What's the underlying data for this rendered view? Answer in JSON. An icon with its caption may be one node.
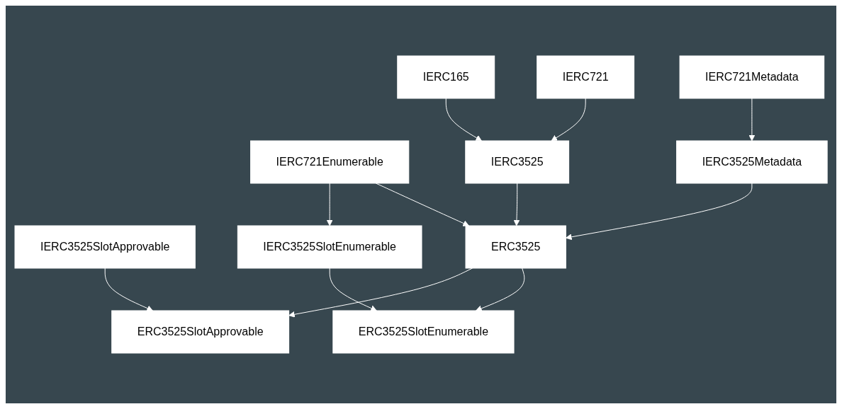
{
  "diagram": {
    "nodes": [
      {
        "text": [
          "IERC165"
        ]
      },
      {
        "text": [
          "IERC721"
        ]
      },
      {
        "text": [
          "IERC721Metadata"
        ]
      },
      {
        "text": [
          "IERC721Enumerable"
        ]
      },
      {
        "text": [
          "IERC3525SlotApprovable"
        ]
      },
      {
        "text": [
          "IERC3525"
        ]
      },
      {
        "text": [
          "IERC3525Metadata"
        ]
      },
      {
        "text": [
          "IERC3525SlotEnumerable"
        ]
      },
      {
        "text": [
          "ERC3525"
        ]
      },
      {
        "text": [
          "ERC3525SlotApprovable"
        ]
      },
      {
        "text": [
          "ERC3525SlotEnumerable"
        ]
      }
    ],
    "edges": [
      {
        "from": 0,
        "to": 5,
        "arrow": "to"
      },
      {
        "from": 1,
        "to": 5,
        "arrow": "to"
      },
      {
        "from": 2,
        "to": 6,
        "arrow": "to"
      },
      {
        "from": 3,
        "to": 7,
        "arrow": "to"
      },
      {
        "from": 5,
        "to": 8,
        "arrow": "to"
      },
      {
        "from": 6,
        "to": 8,
        "arrow": "to"
      },
      {
        "from": 3,
        "to": 8,
        "arrow": "to"
      },
      {
        "from": 4,
        "to": 9,
        "arrow": "to"
      },
      {
        "from": 7,
        "to": 10,
        "arrow": "to"
      },
      {
        "from": 8,
        "to": 9,
        "arrow": "to"
      },
      {
        "from": 8,
        "to": 10,
        "arrow": "to"
      }
    ]
  }
}
